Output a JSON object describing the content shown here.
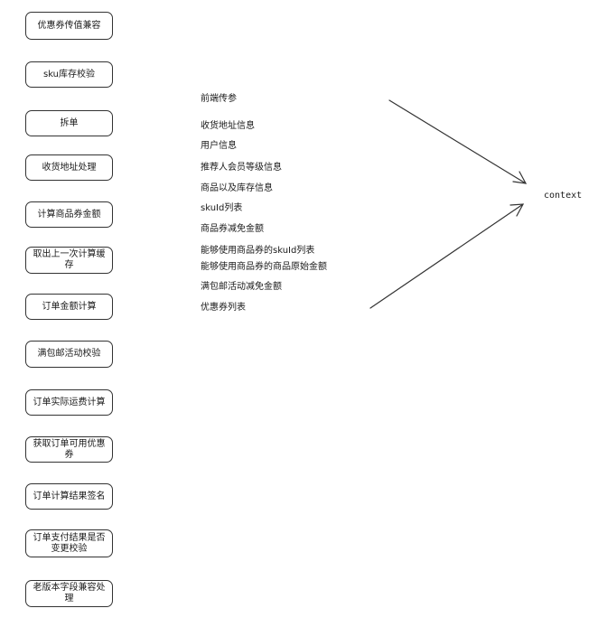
{
  "steps": [
    "优惠券传值兼容",
    "sku库存校验",
    "拆单",
    "收货地址处理",
    "计算商品券金额",
    "取出上一次计算缓存",
    "订单金额计算",
    "满包邮活动校验",
    "订单实际运费计算",
    "获取订单可用优惠券",
    "订单计算结果签名",
    "订单支付结果是否变更校验",
    "老版本字段兼容处理"
  ],
  "context_items": [
    "前端传参",
    "收货地址信息",
    "用户信息",
    "推荐人会员等级信息",
    "商品以及库存信息",
    "skuId列表",
    "商品券减免金额",
    "能够使用商品券的skuId列表",
    "能够使用商品券的商品原始金额",
    "满包邮活动减免金额",
    "优惠券列表"
  ],
  "context_label": "context"
}
